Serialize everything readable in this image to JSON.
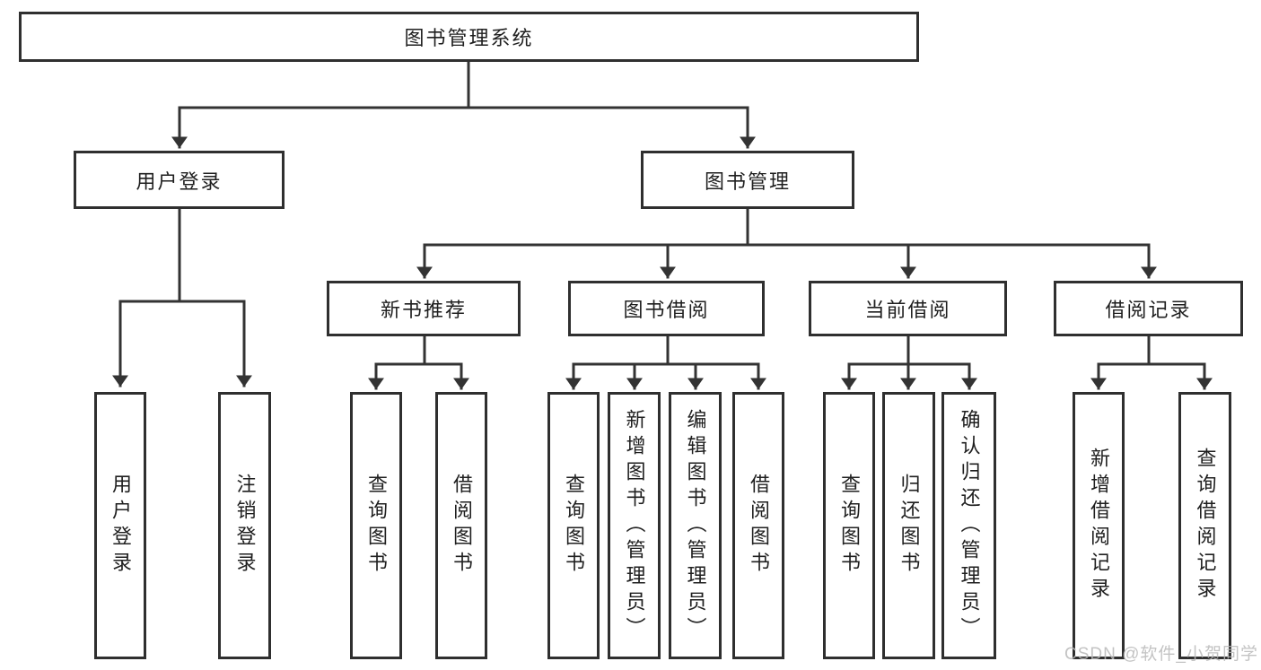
{
  "diagram": {
    "root": {
      "label": "图书管理系统"
    },
    "branches": [
      {
        "label": "用户登录",
        "children": [
          {
            "label": "用户登录"
          },
          {
            "label": "注销登录"
          }
        ]
      },
      {
        "label": "图书管理",
        "children": [
          {
            "label": "新书推荐",
            "children": [
              {
                "label": "查询图书"
              },
              {
                "label": "借阅图书"
              }
            ]
          },
          {
            "label": "图书借阅",
            "children": [
              {
                "label": "查询图书"
              },
              {
                "label": "新增图书（管理员）"
              },
              {
                "label": "编辑图书（管理员）"
              },
              {
                "label": "借阅图书"
              }
            ]
          },
          {
            "label": "当前借阅",
            "children": [
              {
                "label": "查询图书"
              },
              {
                "label": "归还图书"
              },
              {
                "label": "确认归还（管理员）"
              }
            ]
          },
          {
            "label": "借阅记录",
            "children": [
              {
                "label": "新增借阅记录"
              },
              {
                "label": "查询借阅记录"
              }
            ]
          }
        ]
      }
    ]
  },
  "watermark": "CSDN @软件_小贺同学",
  "colors": {
    "line": "#333333",
    "box_border": "#2f2f2f",
    "text": "#1f1f1f",
    "watermark": "#b9b9b9",
    "background": "#ffffff"
  }
}
